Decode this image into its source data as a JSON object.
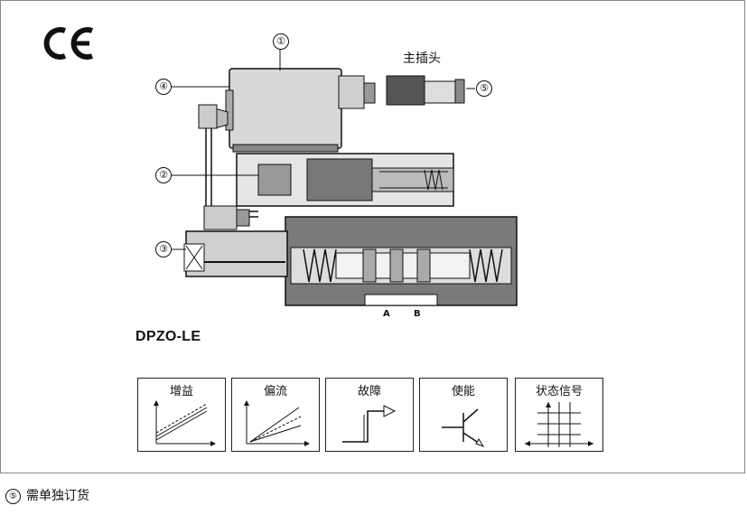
{
  "mark": "CE",
  "plug_label": "主插头",
  "callouts": [
    "①",
    "②",
    "③",
    "④",
    "⑤"
  ],
  "port_labels": [
    "A",
    "B"
  ],
  "model": "DPZO-LE",
  "functions": [
    {
      "label": "增益",
      "icon": "gain-graph-icon"
    },
    {
      "label": "偏流",
      "icon": "bias-graph-icon"
    },
    {
      "label": "故障",
      "icon": "fault-step-icon"
    },
    {
      "label": "使能",
      "icon": "enable-transistor-icon"
    },
    {
      "label": "状态信号",
      "icon": "status-signal-grid-icon"
    }
  ],
  "footnote": {
    "marker": "⑤",
    "text": "需单独订货"
  }
}
